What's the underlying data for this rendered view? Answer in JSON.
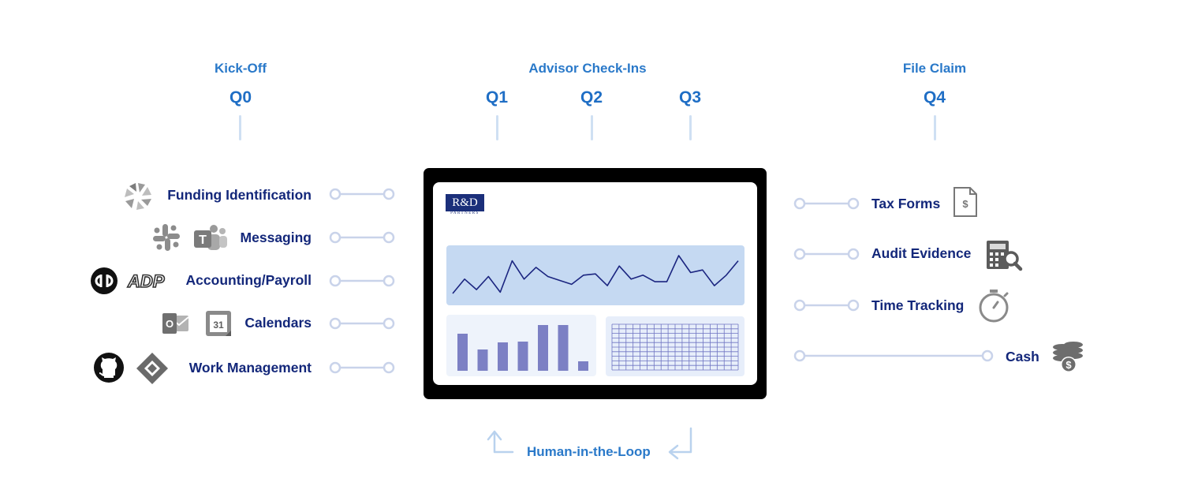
{
  "phases": [
    {
      "id": "kickoff",
      "title": "Kick-Off",
      "quarters": [
        "Q0"
      ]
    },
    {
      "id": "advisor",
      "title": "Advisor Check-Ins",
      "quarters": [
        "Q1",
        "Q2",
        "Q3"
      ]
    },
    {
      "id": "file",
      "title": "File Claim",
      "quarters": [
        "Q4"
      ]
    }
  ],
  "inputs": [
    {
      "label": "Funding Identification",
      "icons": [
        "shutter-icon"
      ]
    },
    {
      "label": "Messaging",
      "icons": [
        "slack-icon",
        "teams-icon"
      ]
    },
    {
      "label": "Accounting/Payroll",
      "icons": [
        "quickbooks-icon",
        "adp-icon"
      ]
    },
    {
      "label": "Calendars",
      "icons": [
        "outlook-icon",
        "google-calendar-icon"
      ],
      "calendar_day": "31",
      "outlook_letter": "O",
      "adp_text": "ADP"
    },
    {
      "label": "Work Management",
      "icons": [
        "github-icon",
        "jira-icon"
      ]
    }
  ],
  "outputs": [
    {
      "label": "Tax Forms",
      "icon": "tax-form-icon",
      "icon_text": "$"
    },
    {
      "label": "Audit Evidence",
      "icon": "calculator-search-icon"
    },
    {
      "label": "Time Tracking",
      "icon": "stopwatch-icon"
    },
    {
      "label": "Cash",
      "icon": "coins-icon"
    }
  ],
  "tablet": {
    "logo_text": "R&D",
    "logo_subtext": "PARTNERS",
    "line_chart": {
      "y": [
        6,
        28,
        12,
        32,
        8,
        56,
        28,
        46,
        32,
        26,
        20,
        34,
        36,
        18,
        48,
        28,
        34,
        24,
        24,
        64,
        38,
        42,
        18,
        34,
        56
      ]
    },
    "bar_chart": {
      "values": [
        47,
        27,
        36,
        37,
        58,
        58,
        12
      ]
    }
  },
  "loop_label": "Human-in-the-Loop",
  "colors": {
    "accent": "#2a79c9",
    "navy": "#13277a",
    "connector": "#c9d3ea",
    "chart_bg": "#c5d9f2",
    "bar": "#7c80c4",
    "grid": "#6f74c2"
  }
}
